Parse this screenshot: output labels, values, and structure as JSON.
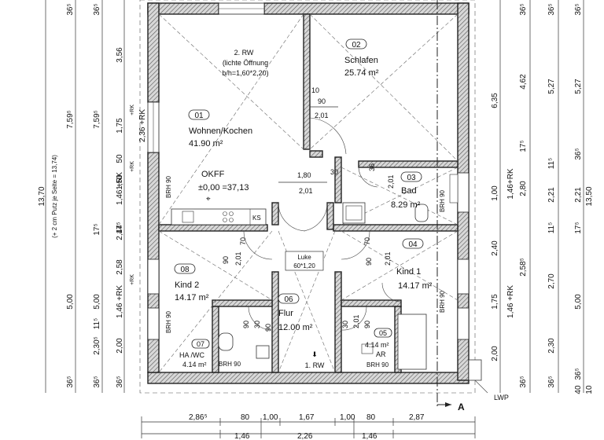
{
  "rooms": {
    "r01": {
      "num": "01",
      "name": "Wohnen/Kochen",
      "area": "41.90 m²"
    },
    "r02": {
      "num": "02",
      "name": "Schlafen",
      "area": "25.74 m²"
    },
    "r03": {
      "num": "03",
      "name": "Bad",
      "area": "8.29 m²"
    },
    "r04": {
      "num": "04",
      "name": "Kind 1",
      "area": "14.17 m²"
    },
    "r05": {
      "num": "05",
      "name": "AR",
      "area": "4.14 m²"
    },
    "r06": {
      "num": "06",
      "name": "Flur",
      "area": "12.00 m²"
    },
    "r07": {
      "num": "07",
      "name": "HA /WC",
      "area": "4.14 m²"
    },
    "r08": {
      "num": "08",
      "name": "Kind 2",
      "area": "14.17 m²"
    }
  },
  "notes": {
    "rw2_l1": "2. RW",
    "rw2_l2": "(lichte Öffnung",
    "rw2_l3": "b/h=1,60*2,20)",
    "okff_l1": "OKFF",
    "okff_l2": "±0,00  =37,13",
    "luke_l1": "Luke",
    "luke_l2": "60*1,20",
    "rw1": "1. RW",
    "ks": "KS",
    "lwp": "LWP",
    "section": "A",
    "putz": "(+ 2 cm Putz je Seite = 13,74)",
    "brh90": "BRH 90",
    "brh90_rot": "BRH 90",
    "rk": "+RK"
  },
  "bottom_dims": {
    "top": [
      "2,86⁵",
      "80",
      "1,00",
      "1,67",
      "1,00",
      "80",
      "2,87"
    ],
    "bottom": [
      "1,46",
      "2,26",
      "1,46"
    ]
  },
  "left_dims": {
    "col1": [
      "36⁵",
      "7,59⁵",
      "13,70",
      "5,00",
      "36⁵"
    ],
    "col2": [
      "36⁵",
      "7,59⁵",
      "17⁵",
      "5,00",
      "36⁵"
    ],
    "col3": [
      "3,56",
      "1,75",
      "1,50",
      "2,44",
      "2,58",
      "11⁵",
      "2,30⁵"
    ],
    "col4": [
      "2,36 +RK",
      "50",
      "1,46 +RK",
      "17⁵",
      "1,46 +RK",
      "2,00",
      "36⁵"
    ]
  },
  "right_dims": {
    "col1": [
      "36⁵",
      "4,62",
      "17⁵",
      "2,80",
      "2,40",
      "1,75",
      "2,00",
      "36⁵"
    ],
    "col2": [
      "36⁵",
      "5,27",
      "11⁵",
      "2,21",
      "11⁵",
      "2,70",
      "2,30",
      "36⁵"
    ],
    "col3": [
      "36⁵",
      "5,27",
      "36⁵",
      "2,21",
      "17⁵",
      "5,00",
      "36⁵",
      "40"
    ],
    "col4": [
      "6,35",
      "1,00",
      "1,46+RK",
      "2,58⁵",
      "1,46 +RK",
      "13,50",
      "10"
    ]
  },
  "inner_dims": [
    "90",
    "2,01",
    "10",
    "1,80",
    "2,01",
    "30",
    "36",
    "2,01",
    "70",
    "90",
    "2,01",
    "70",
    "90",
    "2,01",
    "90",
    "30",
    "90",
    "2,01",
    "30",
    "90"
  ]
}
